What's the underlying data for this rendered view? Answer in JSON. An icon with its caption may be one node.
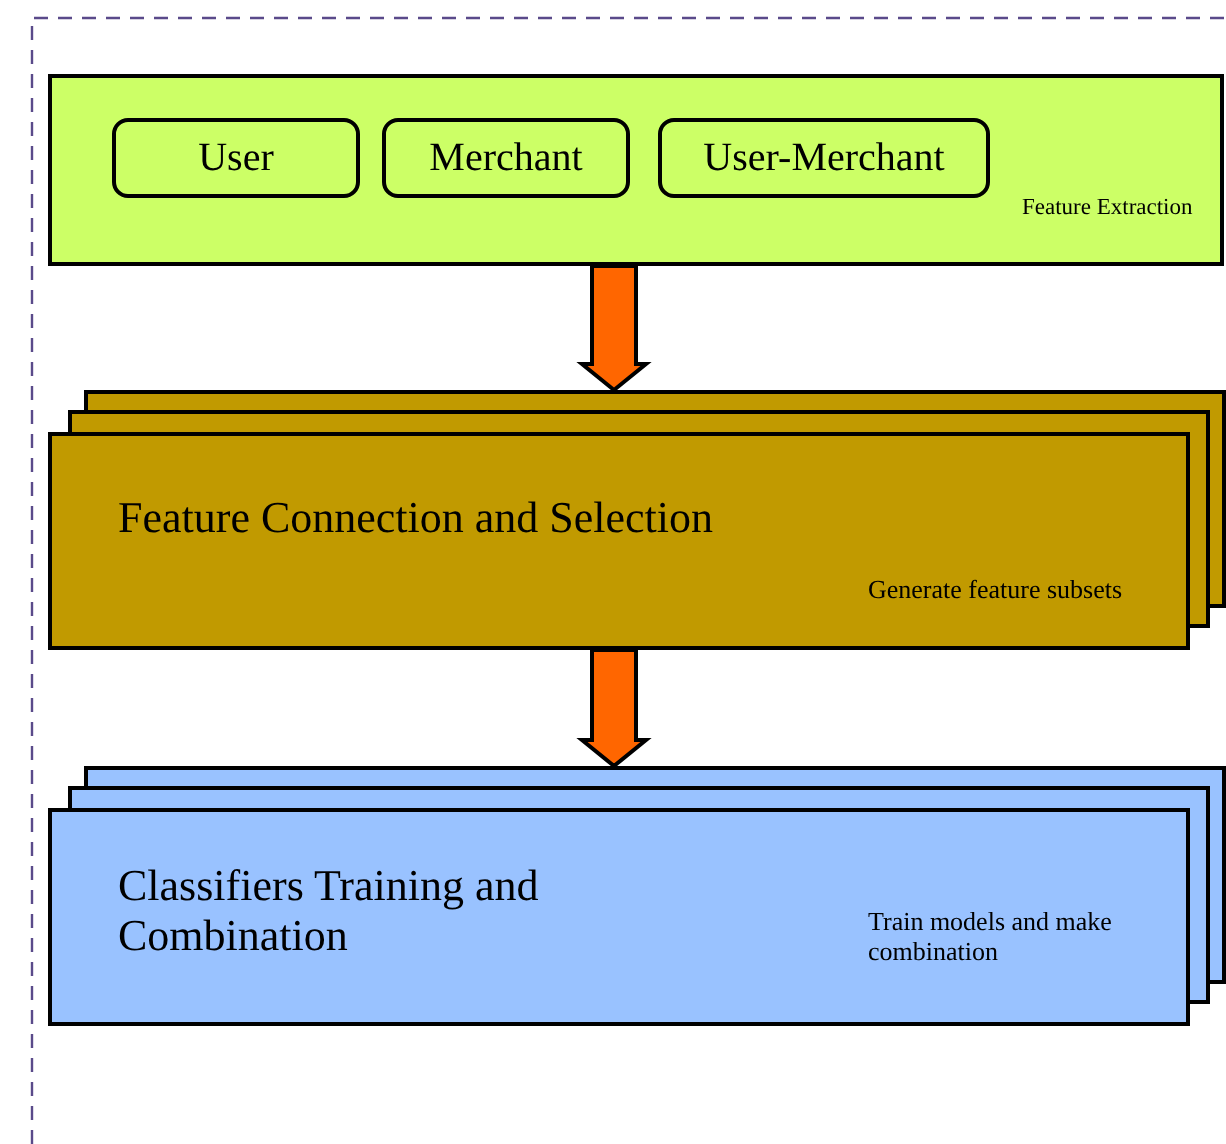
{
  "diagram": {
    "nodes": [
      {
        "text": [
          "Feature Extraction"
        ]
      },
      {
        "text": [
          "User"
        ],
        "in": 0
      },
      {
        "text": [
          "Merchant"
        ],
        "in": 0
      },
      {
        "text": [
          "User-Merchant"
        ],
        "in": 0
      },
      {
        "text": [
          "Feature Connection and Selection",
          "Generate feature subsets"
        ]
      },
      {
        "text": [
          "Classifiers Training and Combination",
          "Train models and make combination"
        ]
      }
    ],
    "edges": [
      {
        "from": 0,
        "to": 4,
        "arrow": "to",
        "style": "thick",
        "color": "#ff6600"
      },
      {
        "from": 4,
        "to": 5,
        "arrow": "to",
        "style": "thick",
        "color": "#ff6600"
      }
    ]
  }
}
